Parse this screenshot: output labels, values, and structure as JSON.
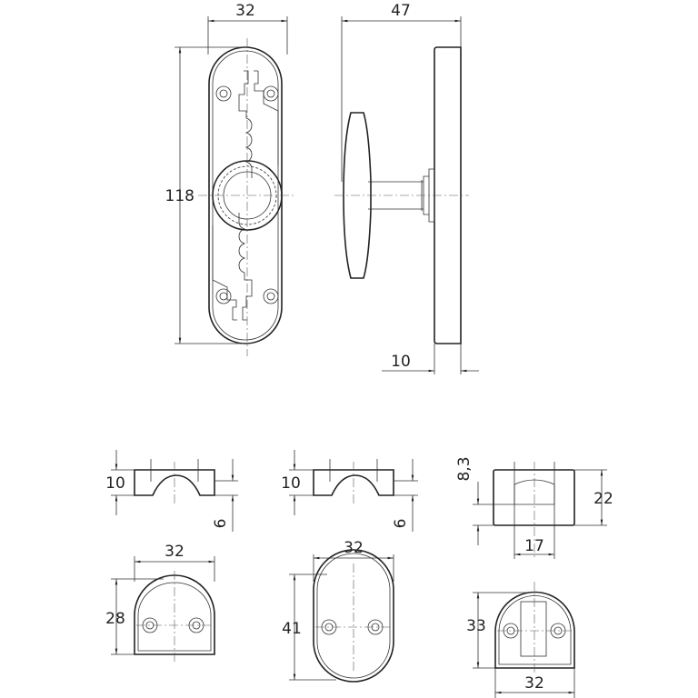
{
  "title": "Window handle with rosettes – dimensional drawing",
  "colors": {
    "line": "#222222",
    "background": "#ffffff"
  },
  "dimensions": {
    "plate_width": "32",
    "plate_height": "118",
    "handle_depth": "47",
    "plate_thickness": "10",
    "rosette1_height": "10",
    "rosette1_recess": "6",
    "rosette2_height": "10",
    "rosette2_recess": "6",
    "rosette3_offset": "8,3",
    "rosette3_height": "22",
    "rosette3_slot": "17",
    "rosette1_width": "32",
    "rosette1_depth": "28",
    "rosette2_width": "32",
    "rosette2_depth": "41",
    "rosette3_depth": "33",
    "rosette3_width": "32"
  }
}
